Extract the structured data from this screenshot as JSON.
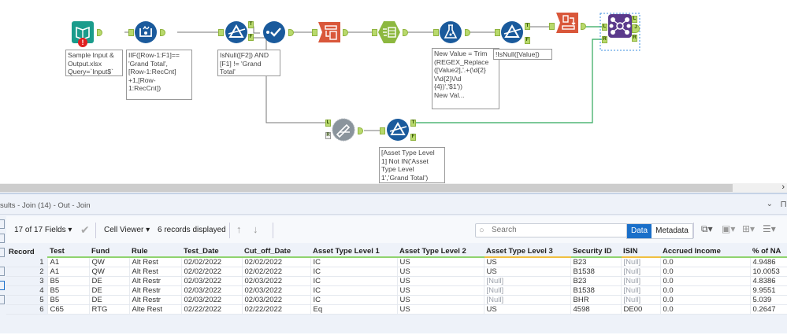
{
  "canvas": {
    "tools": [
      {
        "id": "input",
        "name": "input-data-tool",
        "color": "#1a9c8c",
        "annotation": "Sample Input &\nOutput.xlsx\nQuery=`Input$`",
        "error": true
      },
      {
        "id": "multirow",
        "name": "multi-row-formula-tool",
        "color": "#1a5a9c",
        "annotation": "IIF([Row-1:F1]==\n'Grand Total',\n[Row-1:RecCnt]\n+1,[Row-\n1:RecCnt])"
      },
      {
        "id": "filter1",
        "name": "filter-tool",
        "color": "#1a5a9c",
        "annotation": "IsNull([F2]) AND\n[F1] != 'Grand\nTotal'"
      },
      {
        "id": "select",
        "name": "select-tool",
        "color": "#1a5a9c",
        "annotation": ""
      },
      {
        "id": "crosstab",
        "name": "crosstab-tool",
        "color": "#d9573a",
        "annotation": ""
      },
      {
        "id": "dynrename",
        "name": "dynamic-rename-tool",
        "color": "#8db83f",
        "annotation": ""
      },
      {
        "id": "formula",
        "name": "formula-tool",
        "color": "#1a5a9c",
        "annotation": "New Value = Trim\n(REGEX_Replace\n([Value2],'.+(\\d{2}\n\\/\\d{2}\\/\\d\n{4})','$1'))\nNew Val..."
      },
      {
        "id": "filter2",
        "name": "filter-tool",
        "color": "#1a5a9c",
        "annotation": "!IsNull([Value])"
      },
      {
        "id": "transpose",
        "name": "transpose-tool",
        "color": "#d9573a",
        "annotation": ""
      },
      {
        "id": "join",
        "name": "join-tool",
        "color": "#5b3a8c",
        "annotation": ""
      },
      {
        "id": "findreplace",
        "name": "find-replace-tool",
        "color": "#8a949c",
        "annotation": ""
      },
      {
        "id": "filter3",
        "name": "filter-tool",
        "color": "#1a5a9c",
        "annotation": "[Asset Type Level\n1] Not IN('Asset\nType Level\n1','Grand Total')"
      }
    ]
  },
  "results": {
    "title": "sults - Join (14) - Out - Join",
    "fields_label": "17 of 17 Fields",
    "cell_viewer_label": "Cell Viewer",
    "records_label": "6 records displayed",
    "search_placeholder": "Search",
    "tab_data": "Data",
    "tab_metadata": "Metadata",
    "columns": [
      "Record",
      "Test",
      "Fund",
      "Rule",
      "Test_Date",
      "Cut_off_Date",
      "Asset Type Level 1",
      "Asset Type Level 2",
      "Asset Type Level 3",
      "Security ID",
      "ISIN",
      "Accrued Income",
      "% of NA"
    ],
    "rows": [
      [
        "1",
        "A1",
        "QW",
        "Alt Rest",
        "02/02/2022",
        "02/02/2022",
        "IC",
        "US",
        "US",
        "B23",
        "[Null]",
        "0.0",
        "4.9486"
      ],
      [
        "2",
        "A1",
        "QW",
        "Alt Rest",
        "02/02/2022",
        "02/02/2022",
        "IC",
        "US",
        "US",
        "B1538",
        "[Null]",
        "0.0",
        "10.0053"
      ],
      [
        "3",
        "B5",
        "DE",
        "Alt Restr",
        "02/03/2022",
        "02/03/2022",
        "IC",
        "US",
        "[Null]",
        "B23",
        "[Null]",
        "0.0",
        "4.8386"
      ],
      [
        "4",
        "B5",
        "DE",
        "Alt Restr",
        "02/03/2022",
        "02/03/2022",
        "IC",
        "US",
        "[Null]",
        "B1538",
        "[Null]",
        "0.0",
        "9.9551"
      ],
      [
        "5",
        "B5",
        "DE",
        "Alt Restr",
        "02/03/2022",
        "02/03/2022",
        "IC",
        "US",
        "[Null]",
        "BHR",
        "[Null]",
        "0.0",
        "5.039"
      ],
      [
        "6",
        "C65",
        "RTG",
        "Alte Rest",
        "02/22/2022",
        "02/22/2022",
        "Eq",
        "US",
        "US",
        "4598",
        "DE00",
        "0.0",
        "0.2647"
      ]
    ]
  }
}
